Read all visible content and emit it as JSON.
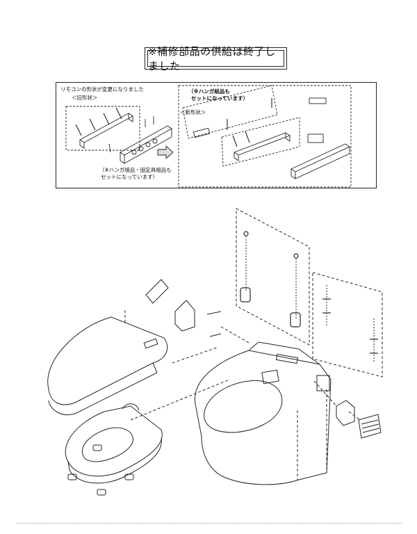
{
  "notice": {
    "text": "※補修部品の供給は終了しました"
  },
  "inset": {
    "heading": "リモコンの形状が変更になりました",
    "old_label": "＜旧形状＞",
    "new_label": "＜新形状＞",
    "new_note_line1": "（※ハンガ組品も",
    "new_note_line2": "セットになっています）",
    "old_note_line1": "（※ハンガ組品・固定具組品も",
    "old_note_line2": "セットになっています）"
  }
}
